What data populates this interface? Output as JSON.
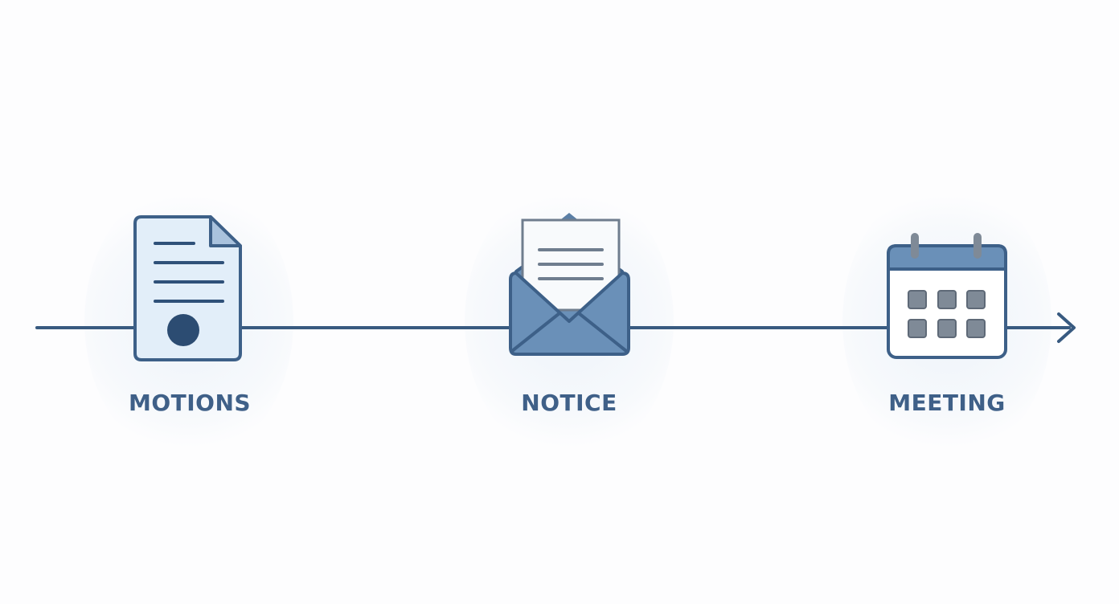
{
  "diagram": {
    "stages": [
      {
        "label": "MOTIONS",
        "icon": "document-icon"
      },
      {
        "label": "NOTICE",
        "icon": "envelope-icon"
      },
      {
        "label": "MEETING",
        "icon": "calendar-icon"
      }
    ],
    "colors": {
      "line": "#385a80",
      "icon_stroke": "#3d6088",
      "icon_fill_light": "#e2eef9",
      "icon_fill_mid": "#6a90b8",
      "label": "#3f6088"
    }
  }
}
